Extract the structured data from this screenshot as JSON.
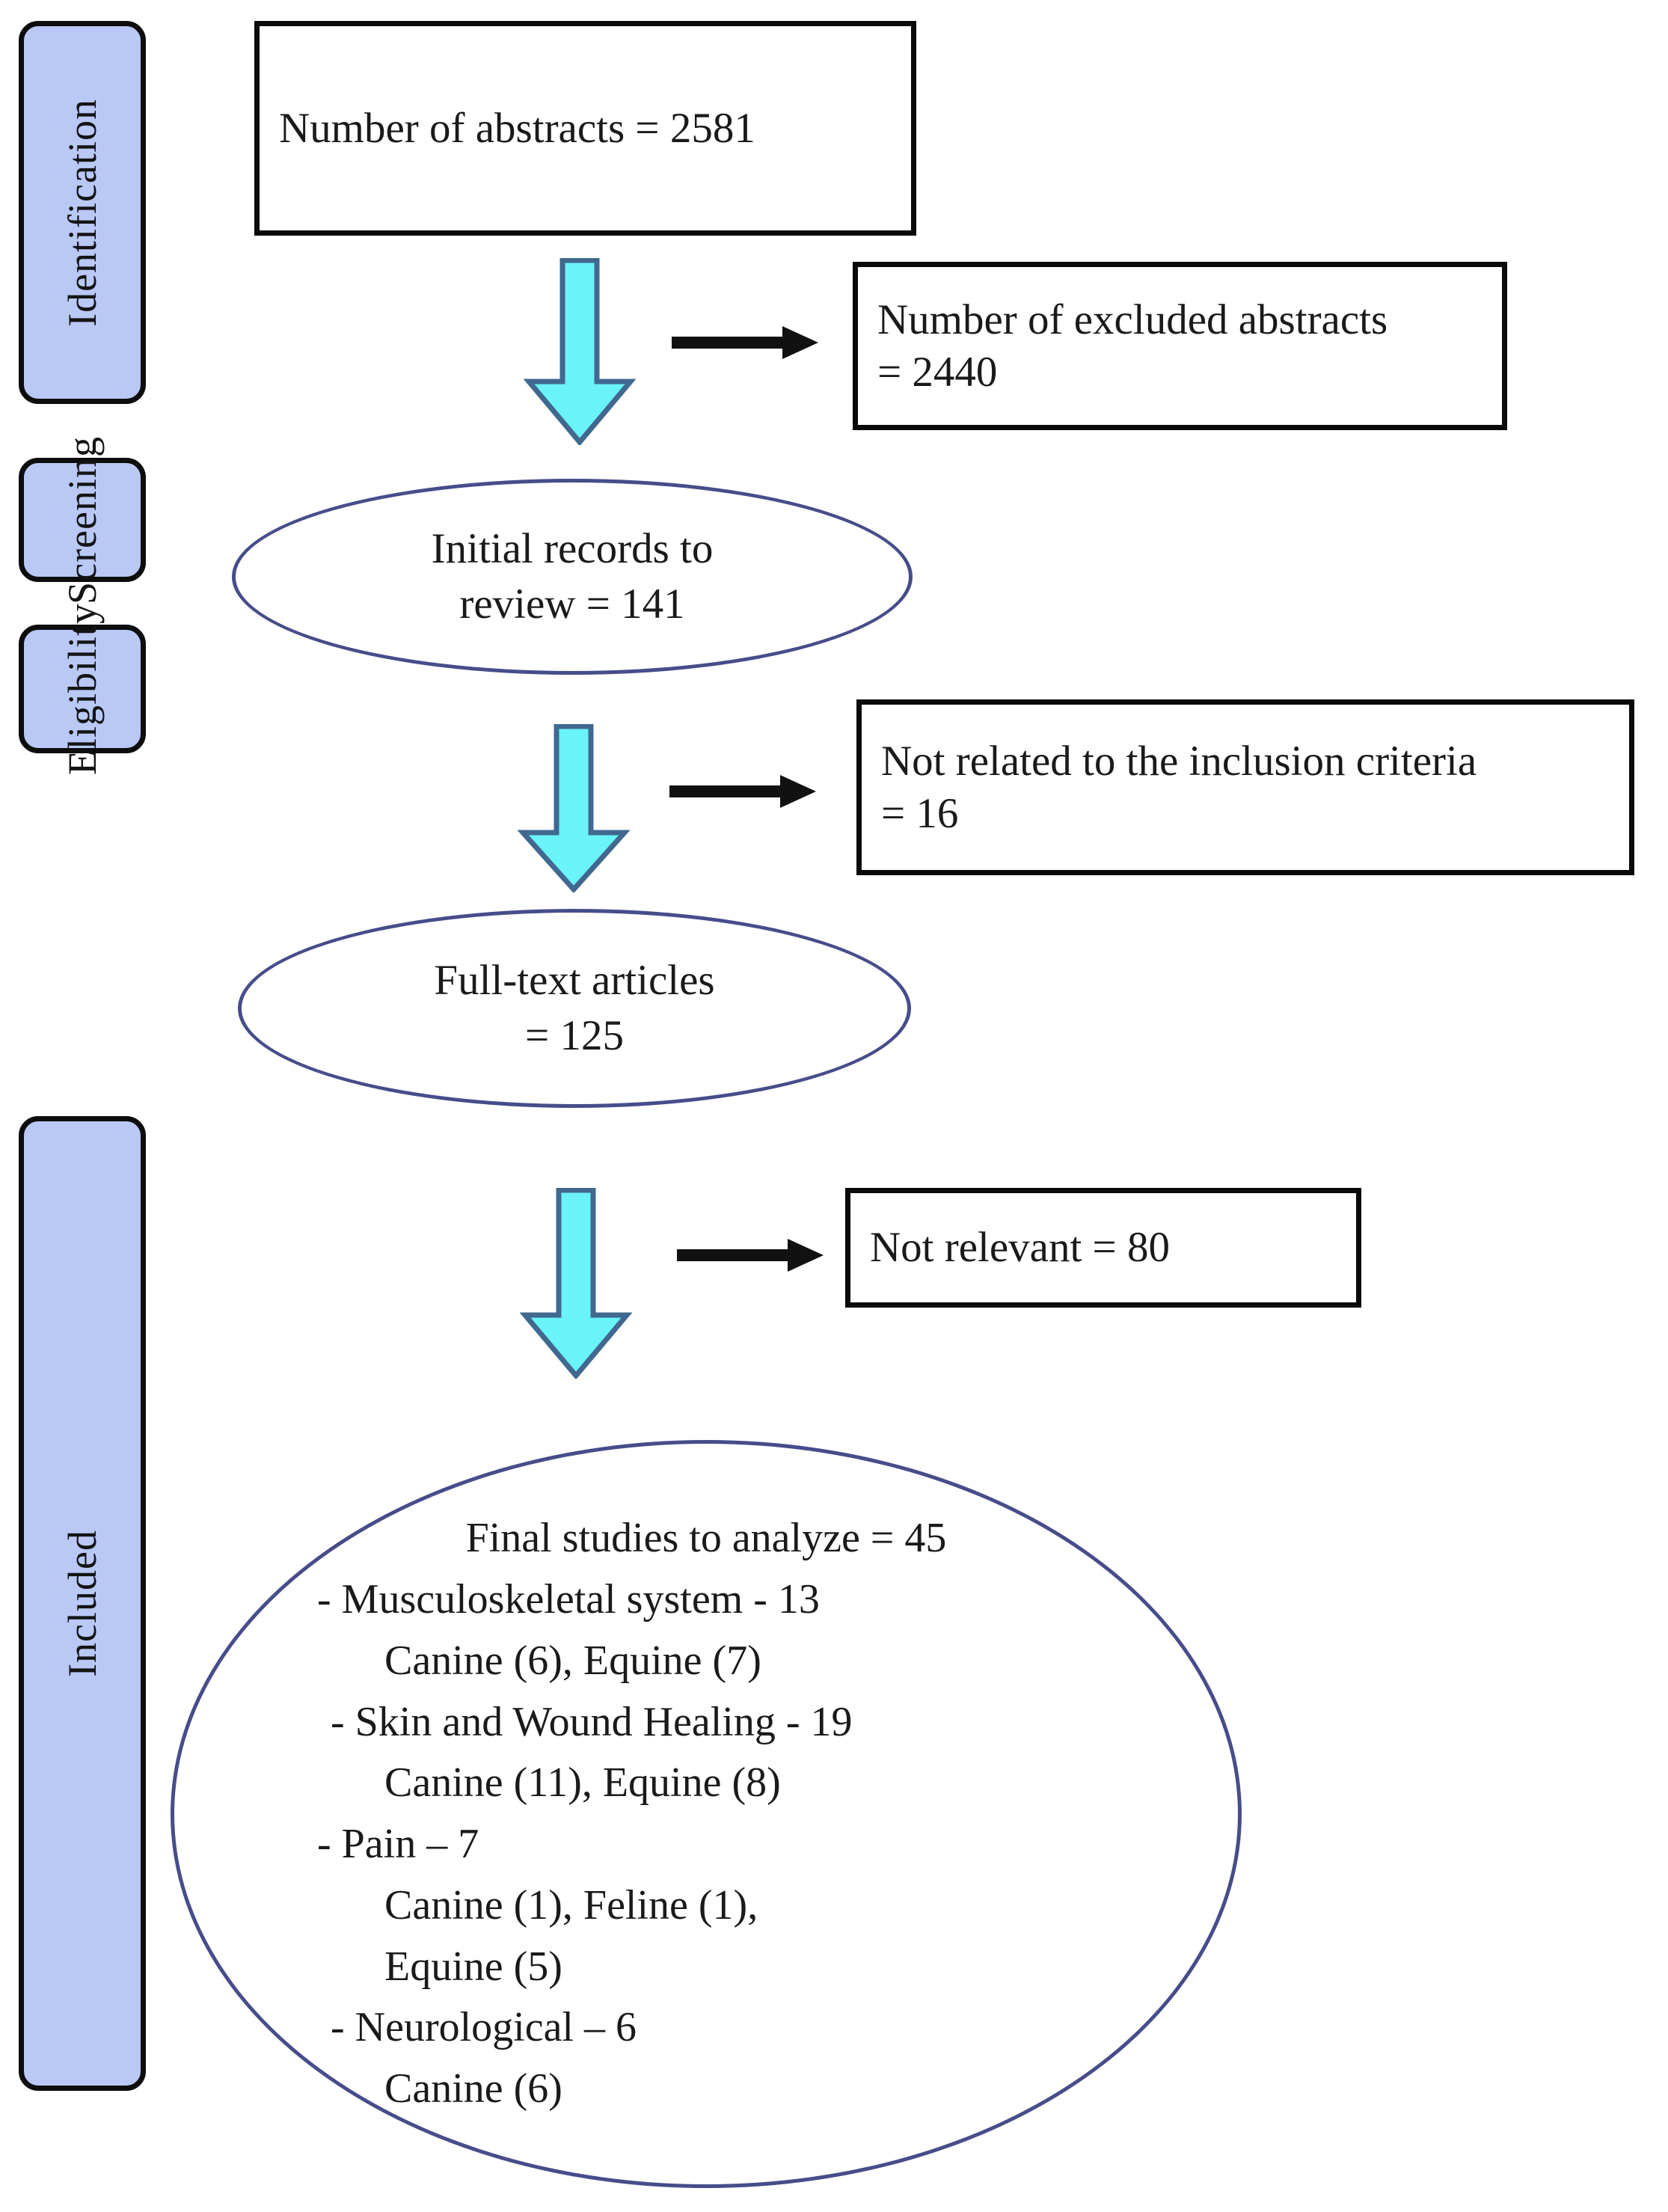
{
  "diagram": {
    "type": "prisma-flow-diagram",
    "stages": [
      {
        "id": "identification",
        "label": "Identification"
      },
      {
        "id": "screening",
        "label": "Screening"
      },
      {
        "id": "eligibility",
        "label": "Eligibility"
      },
      {
        "id": "included",
        "label": "Included"
      }
    ],
    "nodes": {
      "abstracts": {
        "shape": "rect",
        "text": "Number of abstracts = 2581"
      },
      "excluded": {
        "shape": "rect",
        "line1": "Number of excluded abstracts",
        "line2": "= 2440"
      },
      "initial_records": {
        "shape": "ellipse",
        "line1": "Initial records to",
        "line2": "review = 141"
      },
      "not_related": {
        "shape": "rect",
        "line1": "Not related to the inclusion criteria",
        "line2": "= 16"
      },
      "full_text": {
        "shape": "ellipse",
        "line1": "Full-text articles",
        "line2": "= 125"
      },
      "not_relevant": {
        "shape": "rect",
        "text": "Not relevant = 80"
      },
      "final": {
        "shape": "ellipse",
        "lines": [
          "Final studies to analyze = 45",
          "- Musculoskeletal system - 13",
          "Canine (6), Equine (7)",
          "-    Skin and Wound Healing - 19",
          "Canine (11), Equine (8)",
          "- Pain – 7",
          "Canine (1), Feline (1),",
          "Equine (5)",
          "-    Neurological – 6",
          "Canine (6)"
        ]
      }
    },
    "connectors": [
      {
        "id": "cyan-arrow-1",
        "kind": "down-arrow",
        "color": "#6af3f8"
      },
      {
        "id": "cyan-arrow-2",
        "kind": "down-arrow",
        "color": "#6af3f8"
      },
      {
        "id": "cyan-arrow-3",
        "kind": "down-arrow",
        "color": "#6af3f8"
      },
      {
        "id": "black-arrow-1",
        "kind": "right-arrow",
        "color": "#111111"
      },
      {
        "id": "black-arrow-2",
        "kind": "right-arrow",
        "color": "#111111"
      },
      {
        "id": "black-arrow-3",
        "kind": "right-arrow",
        "color": "#111111"
      }
    ],
    "colors": {
      "stage_pill_fill": "#b9c8f5",
      "stage_pill_border": "#0d0d0d",
      "box_border": "#0a0a0a",
      "ellipse_border": "#474d8a",
      "cyan_arrow_fill": "#6af3f8",
      "cyan_arrow_border": "#41688f",
      "black_arrow": "#111111",
      "text": "#1a1a1a",
      "background": "#ffffff"
    }
  }
}
